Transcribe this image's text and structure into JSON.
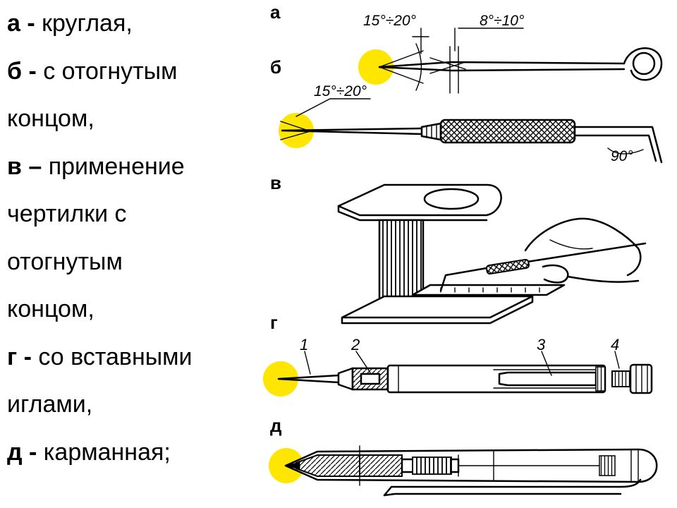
{
  "legend": [
    {
      "key": "а -",
      "text": " круглая,"
    },
    {
      "key": "б -",
      "text": " с отогнутым"
    },
    {
      "key": "",
      "text": "концом,"
    },
    {
      "key": "в –",
      "text": " применение"
    },
    {
      "key": "",
      "text": "чертилки с"
    },
    {
      "key": "",
      "text": "отогнутым"
    },
    {
      "key": "",
      "text": "концом,"
    },
    {
      "key": "г -",
      "text": " со вставными"
    },
    {
      "key": "",
      "text": "иглами,"
    },
    {
      "key": "д -",
      "text": " карманная;"
    }
  ],
  "figure_labels": {
    "a": "а",
    "b": "б",
    "v": "в",
    "g": "г",
    "d": "д"
  },
  "angles": {
    "a_tip": "15°÷20°",
    "a_point": "8°÷10°",
    "b_tip": "15°÷20°",
    "b_bend": "90°"
  },
  "part_numbers": [
    "1",
    "2",
    "3",
    "4"
  ],
  "colors": {
    "highlight": "#FFE600",
    "line": "#000000",
    "background": "#FFFFFF"
  }
}
